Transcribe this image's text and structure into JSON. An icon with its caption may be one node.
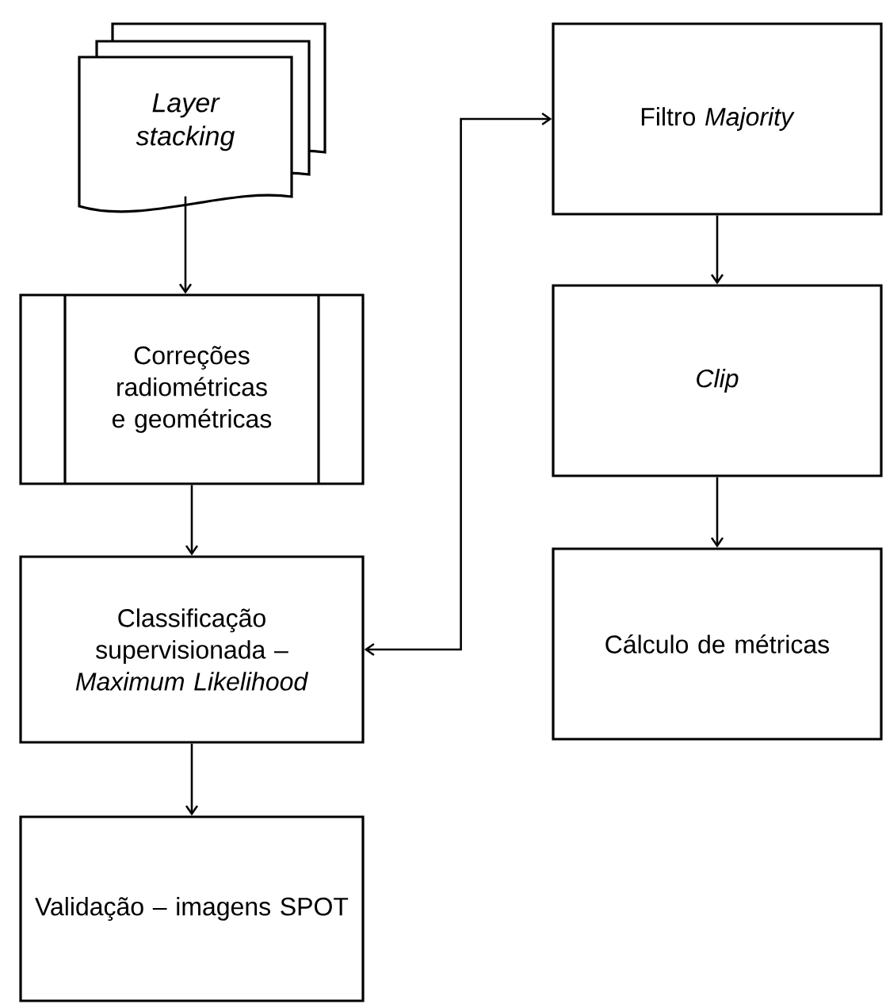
{
  "diagram": {
    "nodes": [
      {
        "text": [
          "Layer stacking"
        ]
      },
      {
        "text": [
          "Correções radiométricas e geométricas"
        ]
      },
      {
        "text": [
          "Classificação supervisionada – *Maximum Likelihood*"
        ]
      },
      {
        "text": [
          "Validação – imagens SPOT"
        ]
      },
      {
        "text": [
          "Filtro *Majority*"
        ]
      },
      {
        "text": [
          "Clip"
        ]
      },
      {
        "text": [
          "Cálculo de métricas"
        ]
      }
    ],
    "edges": [
      {
        "from": 0,
        "to": 1,
        "arrow": "to"
      },
      {
        "from": 1,
        "to": 2,
        "arrow": "to"
      },
      {
        "from": 2,
        "to": 3,
        "arrow": "to"
      },
      {
        "from": 2,
        "to": 4,
        "arrow": "both"
      },
      {
        "from": 4,
        "to": 5,
        "arrow": "to"
      },
      {
        "from": 5,
        "to": 6,
        "arrow": "to"
      }
    ]
  }
}
